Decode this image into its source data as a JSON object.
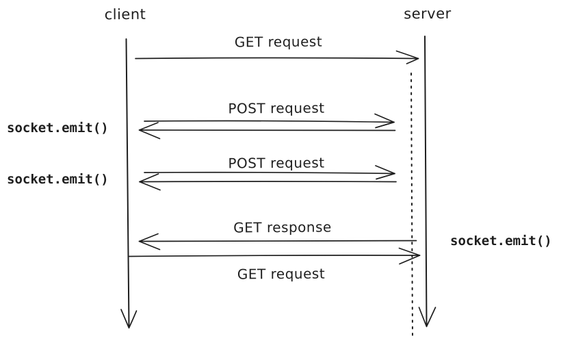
{
  "colors": {
    "background": "#ffffff",
    "ink": "#1e1e1e"
  },
  "actors": {
    "client": {
      "label": "client"
    },
    "server": {
      "label": "server"
    }
  },
  "messages": {
    "get_request_top": {
      "label": "GET request",
      "direction": "client-to-server"
    },
    "post_request_1": {
      "label": "POST request",
      "direction": "bidirectional",
      "client_annotation": "socket.emit()"
    },
    "post_request_2": {
      "label": "POST request",
      "direction": "bidirectional",
      "client_annotation": "socket.emit()"
    },
    "get_response": {
      "label": "GET response",
      "direction": "server-to-client",
      "server_annotation": "socket.emit()"
    },
    "get_request_bottom": {
      "label": "GET request",
      "direction": "client-to-server"
    }
  }
}
